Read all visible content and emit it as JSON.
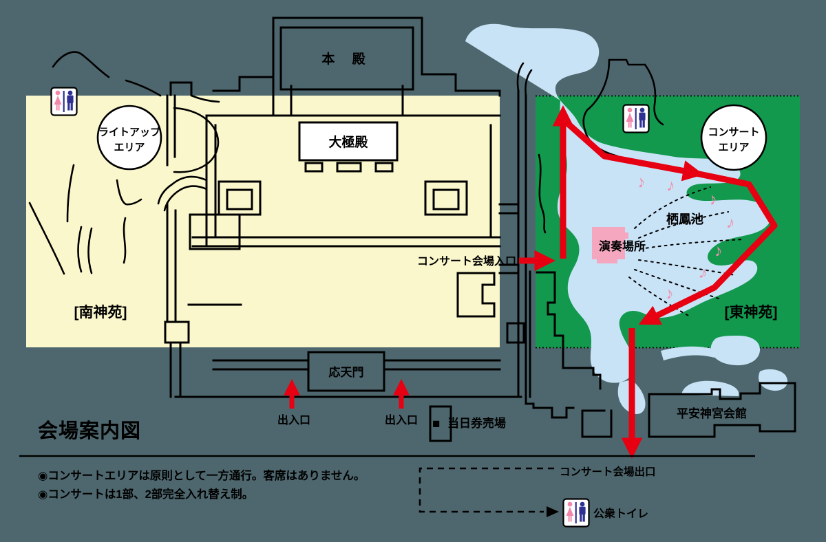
{
  "title": "会場案内図",
  "notes": {
    "line1": "◉コンサートエリアは原則として一方通行。客席はありません。",
    "line2": "◉コンサートは1部、2部完全入れ替え制。"
  },
  "areas": {
    "south_garden": "[南神苑]",
    "east_garden": "[東神苑]",
    "lightup_line1": "ライトアップ",
    "lightup_line2": "エリア",
    "concert_line1": "コンサート",
    "concert_line2": "エリア"
  },
  "buildings": {
    "honden": "本 殿",
    "daigokuden": "大極殿",
    "otenmon": "応天門",
    "kaikan": "平安神宮会館"
  },
  "pond": {
    "name": "栖鳳池"
  },
  "stage": {
    "label": "演奏場所"
  },
  "route": {
    "entrance_label": "コンサート会場入口",
    "exit_label": "コンサート会場出口"
  },
  "gates": {
    "left": "出入口",
    "right": "出入口"
  },
  "ticket_office": {
    "icon": "■",
    "label": "当日券売場"
  },
  "toilet": {
    "label": "公衆トイレ"
  },
  "music_note": "♪",
  "colors": {
    "background": "#4E676E",
    "south_garden_fill": "#FBF7CC",
    "east_garden_fill": "#12994E",
    "pond_fill": "#C9E3F6",
    "stage_fill": "#F4A7BF",
    "route_red": "#E60012",
    "music_note_pink": "#F08FAD",
    "toilet_female_pink": "#F287AC",
    "toilet_male_blue": "#2E3192",
    "line_black": "#000000"
  }
}
